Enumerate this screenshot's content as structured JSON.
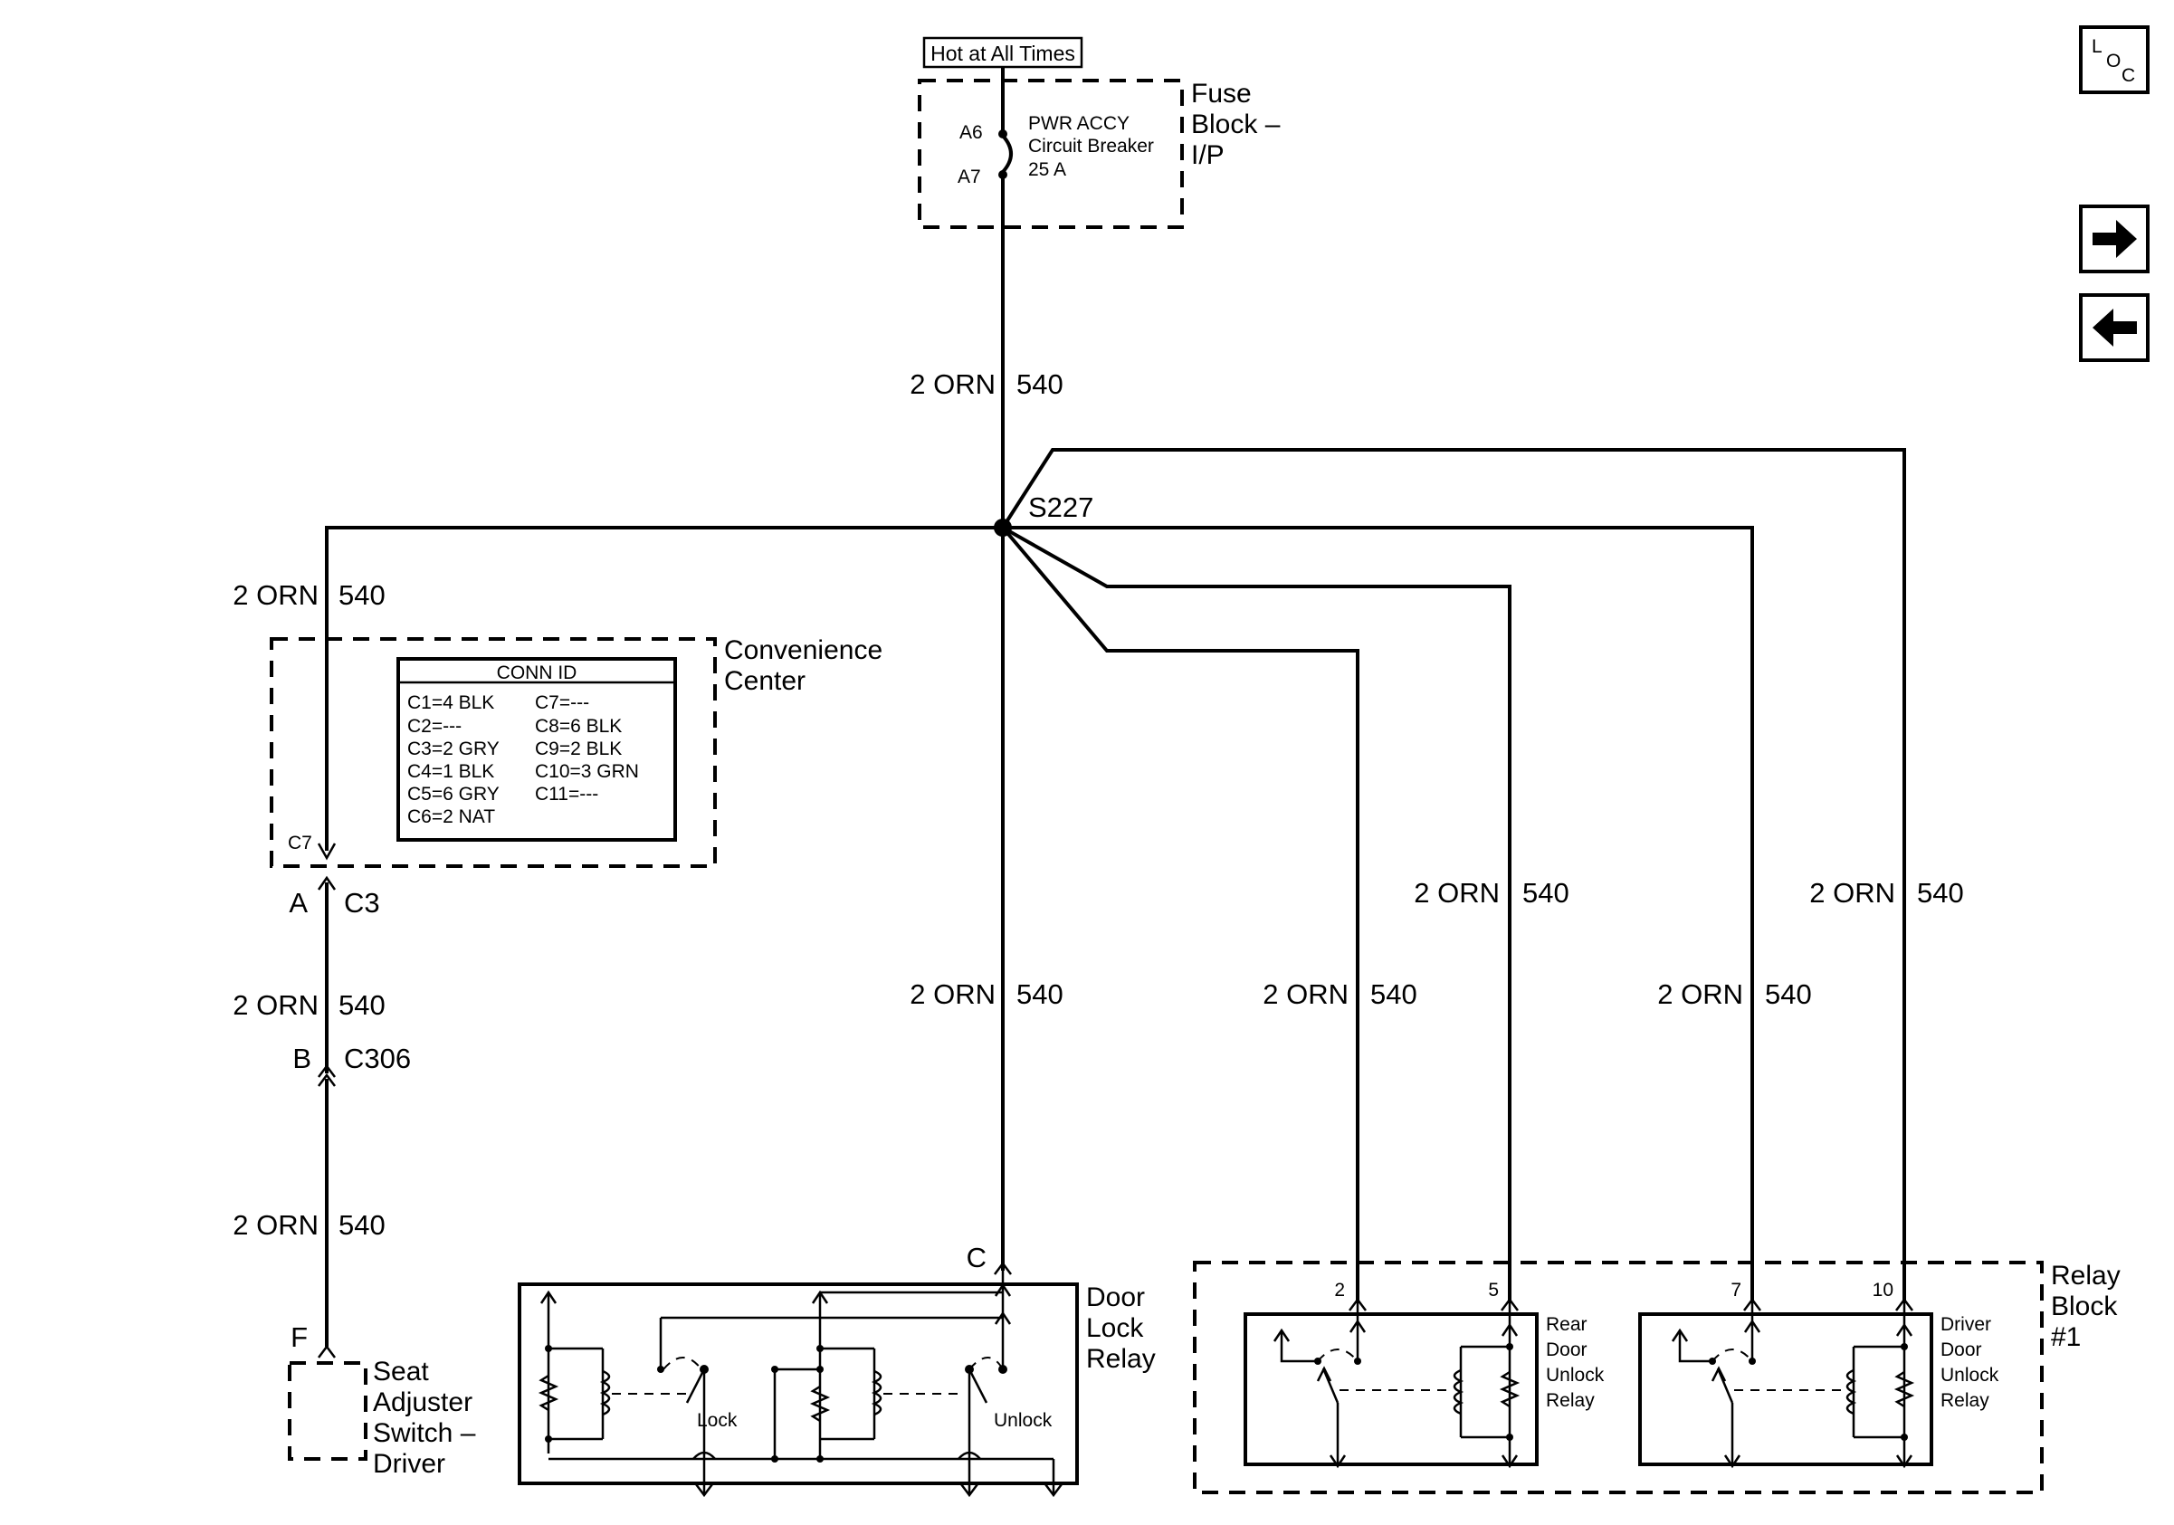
{
  "source": {
    "tag": "Hot at All Times",
    "fuse_block_label": [
      "Fuse",
      "Block –",
      "I/P"
    ],
    "pin_a6": "A6",
    "pin_a7": "A7",
    "breaker_label": [
      "PWR ACCY",
      "Circuit Breaker",
      "25 A"
    ]
  },
  "wire": {
    "gauge_color": "2 ORN",
    "circuit": "540"
  },
  "splice": {
    "id": "S227"
  },
  "convenience_center": {
    "label": [
      "Convenience",
      "Center"
    ],
    "conn_id_title": "CONN ID",
    "conn_id_col1": [
      "C1=4 BLK",
      "C2=---",
      "C3=2 GRY",
      "C4=1 BLK",
      "C5=6 GRY",
      "C6=2 NAT"
    ],
    "conn_id_col2": [
      "C7=---",
      "C8=6 BLK",
      "C9=2 BLK",
      "C10=3 GRN",
      "C11=---"
    ],
    "pin": "C7"
  },
  "connectors": {
    "c3_pin": "A",
    "c3_id": "C3",
    "c306_pin": "B",
    "c306_id": "C306"
  },
  "seat_switch": {
    "pin": "F",
    "label": [
      "Seat",
      "Adjuster",
      "Switch –",
      "Driver"
    ]
  },
  "door_lock_relay": {
    "pin": "C",
    "label": [
      "Door",
      "Lock",
      "Relay"
    ],
    "lock_label": "Lock",
    "unlock_label": "Unlock"
  },
  "relay_block": {
    "label": [
      "Relay",
      "Block",
      "#1"
    ],
    "pins": [
      "2",
      "5",
      "7",
      "10"
    ],
    "rear_relay_label": [
      "Rear",
      "Door",
      "Unlock",
      "Relay"
    ],
    "driver_relay_label": [
      "Driver",
      "Door",
      "Unlock",
      "Relay"
    ]
  },
  "nav": {
    "loc_letters": [
      "L",
      "O",
      "C"
    ],
    "forward_icon": "arrow-right-icon",
    "back_icon": "arrow-left-icon"
  }
}
